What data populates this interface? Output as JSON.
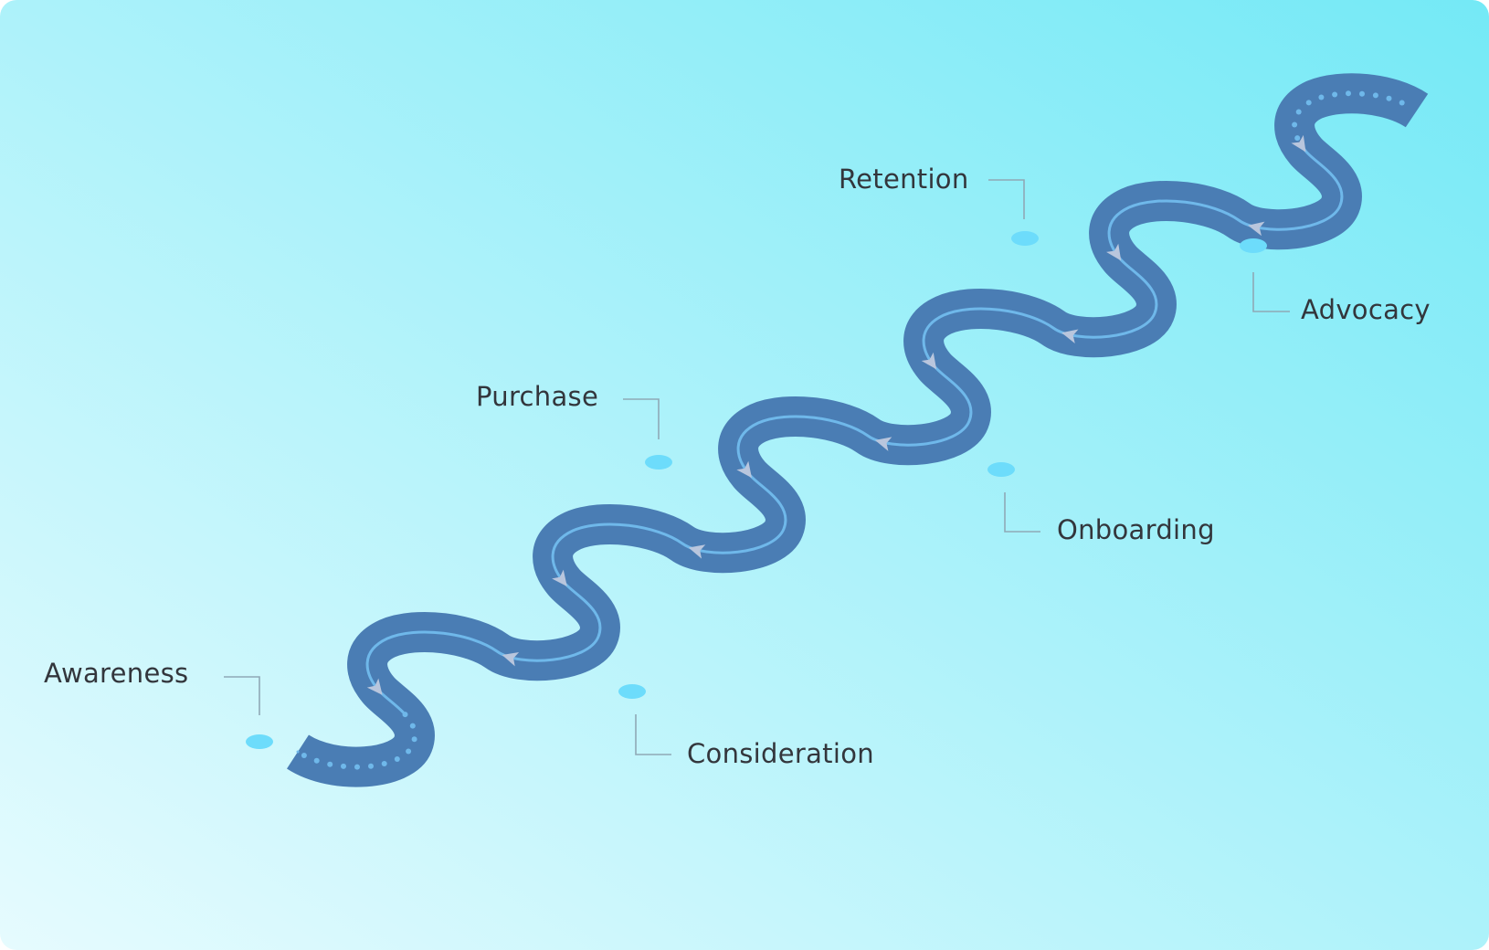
{
  "diagram": {
    "colors": {
      "background_start": "#e6fbfe",
      "background_end": "#74e9f6",
      "road": "#4a7db4",
      "road_center_line": "#6fb8ea",
      "road_dots": "#6fb8ea",
      "arrow": "#b9c6dd",
      "marker": "#6ddcfb",
      "connector": "#8fa9b6",
      "label_text": "#33363c"
    },
    "stages": [
      {
        "id": "awareness",
        "label": "Awareness"
      },
      {
        "id": "consideration",
        "label": "Consideration"
      },
      {
        "id": "purchase",
        "label": "Purchase"
      },
      {
        "id": "onboarding",
        "label": "Onboarding"
      },
      {
        "id": "retention",
        "label": "Retention"
      },
      {
        "id": "advocacy",
        "label": "Advocacy"
      }
    ]
  }
}
